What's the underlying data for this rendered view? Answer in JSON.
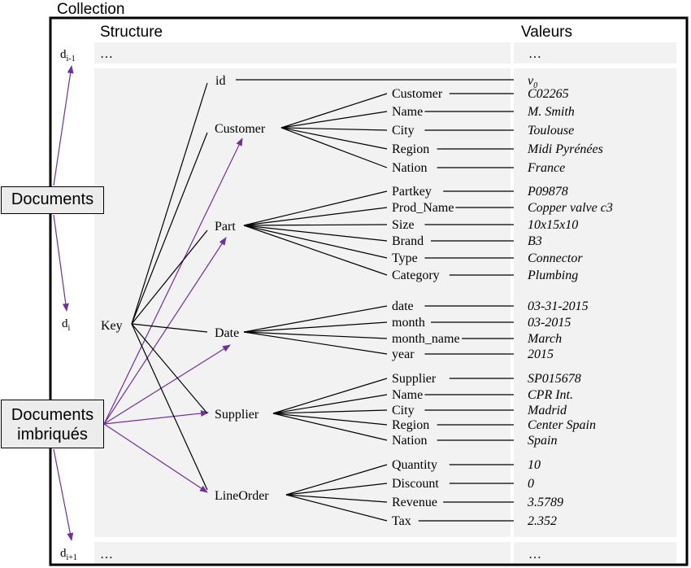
{
  "collection_label": "Collection",
  "headers": {
    "structure": "Structure",
    "values": "Valeurs"
  },
  "docs": {
    "prev": "d",
    "prev_sub": "i-1",
    "cur": "d",
    "cur_sub": "i",
    "next": "d",
    "next_sub": "i+1"
  },
  "ellipsis": "…",
  "callouts": {
    "documents": "Documents",
    "nested_line1": "Documents",
    "nested_line2": "imbriqués"
  },
  "key_label": "Key",
  "id_field": {
    "name": "id",
    "value": "v",
    "value_sub": "0"
  },
  "groups": [
    {
      "name": "Customer",
      "fields": [
        {
          "name": "Customer",
          "value": "C02265"
        },
        {
          "name": "Name",
          "value": "M. Smith"
        },
        {
          "name": "City",
          "value": "Toulouse"
        },
        {
          "name": "Region",
          "value": "Midi Pyrénées"
        },
        {
          "name": "Nation",
          "value": "France"
        }
      ]
    },
    {
      "name": "Part",
      "fields": [
        {
          "name": "Partkey",
          "value": "P09878"
        },
        {
          "name": "Prod_Name",
          "value": "Copper valve c3"
        },
        {
          "name": "Size",
          "value": "10x15x10"
        },
        {
          "name": "Brand",
          "value": "B3"
        },
        {
          "name": "Type",
          "value": "Connector"
        },
        {
          "name": "Category",
          "value": "Plumbing"
        }
      ]
    },
    {
      "name": "Date",
      "fields": [
        {
          "name": "date",
          "value": "03-31-2015"
        },
        {
          "name": "month",
          "value": "03-2015"
        },
        {
          "name": "month_name",
          "value": "March"
        },
        {
          "name": "year",
          "value": "2015"
        }
      ]
    },
    {
      "name": "Supplier",
      "fields": [
        {
          "name": "Supplier",
          "value": "SP015678"
        },
        {
          "name": "Name",
          "value": "CPR Int."
        },
        {
          "name": "City",
          "value": "Madrid"
        },
        {
          "name": "Region",
          "value": "Center Spain"
        },
        {
          "name": "Nation",
          "value": "Spain"
        }
      ]
    },
    {
      "name": "LineOrder",
      "fields": [
        {
          "name": "Quantity",
          "value": "10"
        },
        {
          "name": "Discount",
          "value": "0"
        },
        {
          "name": "Revenue",
          "value": "3.5789"
        },
        {
          "name": "Tax",
          "value": "2.352"
        }
      ]
    }
  ],
  "colors": {
    "arrow": "#7030a0",
    "line": "#000000",
    "panel": "#f2f2f2",
    "callout_fill": "#ececec"
  }
}
